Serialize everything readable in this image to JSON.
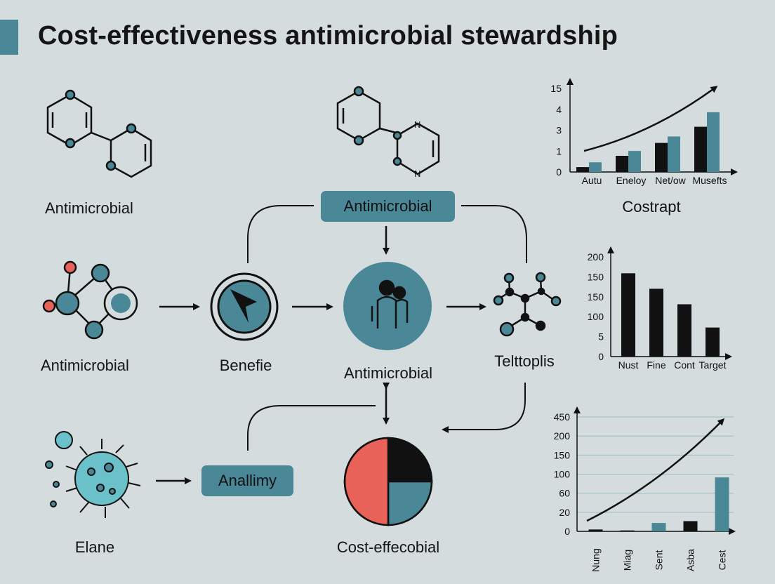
{
  "title": "Cost-effectiveness antimicrobial stewardship",
  "colors": {
    "accent": "#4a8898",
    "red": "#e8625a",
    "dark": "#111111",
    "cyan": "#6bc1c9"
  },
  "labels": {
    "molecule_top_left": "Antimicrobial",
    "molecule_mid_left": "Antimicrobial",
    "top_box": "Antimicrobial",
    "benefit": "Benefie",
    "center": "Antimicrobial",
    "molecule_right": "Telttoplis",
    "virus": "Elane",
    "analysis_box": "Anallimy",
    "pie": "Cost-effecobial"
  },
  "icons": [
    "molecule-icon",
    "pyrimidine-icon",
    "network-molecule-icon",
    "cursor-icon",
    "people-icon",
    "branch-molecule-icon",
    "virus-icon",
    "pie-chart-icon"
  ],
  "chart_data": [
    {
      "type": "bar",
      "title": "Costrapt",
      "categories": [
        "Autu",
        "Eneloy",
        "Net/ow",
        "Musefts"
      ],
      "y_tick_labels": [
        "0",
        "1",
        "3",
        "4",
        "15"
      ],
      "ylim": [
        0,
        5
      ],
      "series": [
        {
          "color": "#111111",
          "values": [
            0.3,
            1.0,
            1.8,
            2.8
          ]
        },
        {
          "color": "#4a8898",
          "values": [
            0.6,
            1.3,
            2.2,
            3.7
          ]
        }
      ],
      "trend_arrow": true
    },
    {
      "type": "bar",
      "categories": [
        "Nust",
        "Fine",
        "Cont",
        "Target"
      ],
      "y_tick_labels": [
        "0",
        "5",
        "100",
        "150",
        "150",
        "200"
      ],
      "ylim": [
        0,
        5
      ],
      "values": [
        4.3,
        3.5,
        2.7,
        1.5
      ]
    },
    {
      "type": "bar",
      "categories": [
        "Nung",
        "Miag",
        "Sent",
        "Asba",
        "Cest"
      ],
      "y_tick_labels": [
        "0",
        "20",
        "60",
        "100",
        "150",
        "200",
        "450"
      ],
      "ylim": [
        0,
        6
      ],
      "values": [
        0.1,
        0.05,
        0.45,
        0.55,
        2.9
      ],
      "colors": [
        "#111111",
        "#111111",
        "#4a8898",
        "#111111",
        "#4a8898"
      ],
      "grid": true,
      "trend_arrow": true
    }
  ]
}
